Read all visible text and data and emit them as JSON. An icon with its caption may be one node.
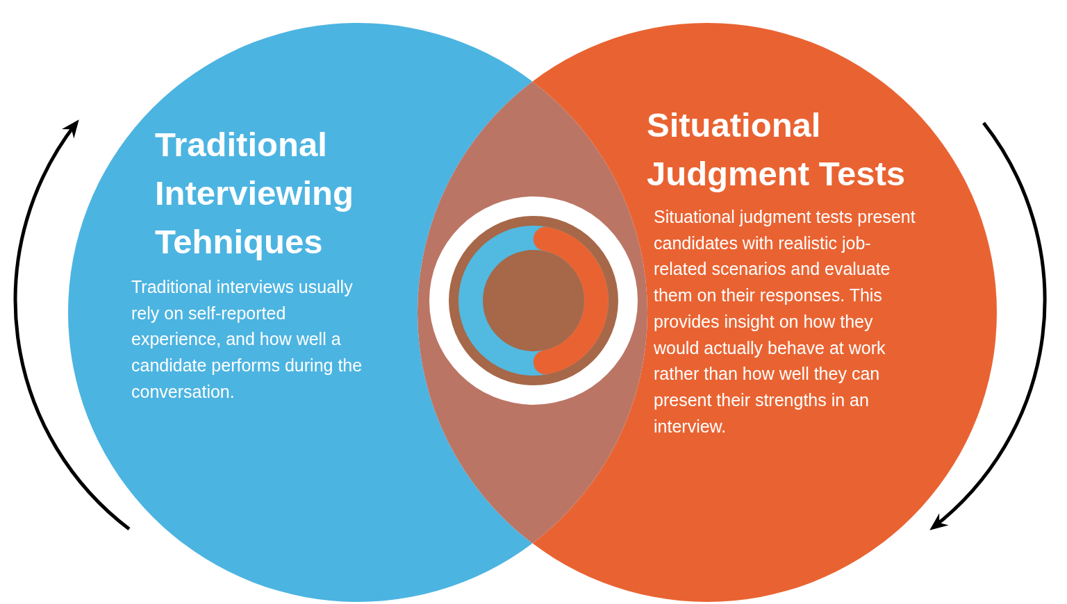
{
  "diagram": {
    "nodes": [
      {
        "text": [
          "Traditional Interviewing Tehniques",
          "Traditional interviews usually rely on self-reported experience, and how well a candidate performs during the conversation."
        ]
      },
      {
        "text": [
          "Situational Judgment Tests",
          "Situational judgment tests present candidates with realistic job-related scenarios and evaluate them on their responses. This provides insight on how they would actually behave at work rather than how well they can present their strengths in an interview."
        ]
      },
      {
        "text": [],
        "shape": "circle"
      }
    ]
  }
}
